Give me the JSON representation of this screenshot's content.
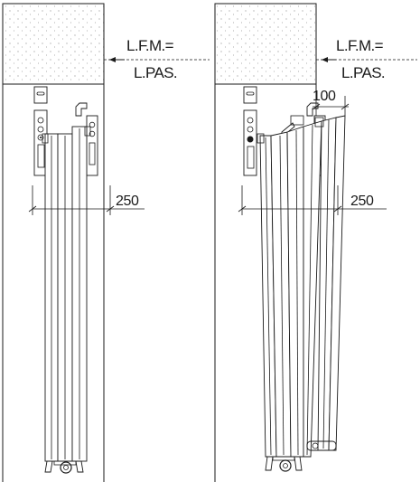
{
  "left_view": {
    "label_line1": "L.F.M.=",
    "label_line2": "L.PAS.",
    "width_dimension": "250"
  },
  "right_view": {
    "label_line1": "L.F.M.=",
    "label_line2": "L.PAS.",
    "width_dimension": "250",
    "offset_dimension": "100"
  }
}
